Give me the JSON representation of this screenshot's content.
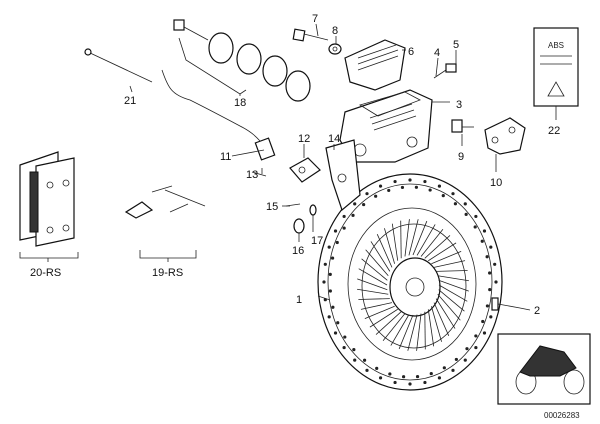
{
  "labels": {
    "p1": "1",
    "p2": "2",
    "p3": "3",
    "p4": "4",
    "p5": "5",
    "p6": "6",
    "p7": "7",
    "p8": "8",
    "p9": "9",
    "p10": "10",
    "p11": "11",
    "p12": "12",
    "p13": "13",
    "p14": "14",
    "p15": "15",
    "p16": "16",
    "p17": "17",
    "p18": "18",
    "p19": "19-RS",
    "p20": "20-RS",
    "p21": "21",
    "p22": "22"
  },
  "abs_text": "ABS",
  "diagram_code": "00026283"
}
